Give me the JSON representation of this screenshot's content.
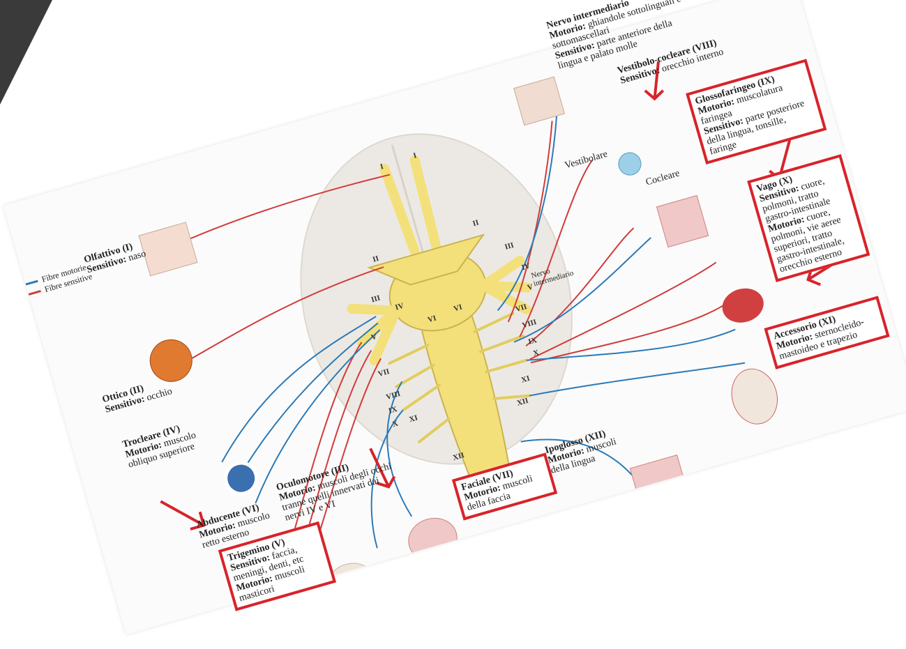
{
  "legend": {
    "motor": {
      "label": "Fibre motorie",
      "color": "#2a7ab8"
    },
    "sensory": {
      "label": "Fibre sensitive",
      "color": "#d23a3a"
    }
  },
  "nerves": {
    "olfactory": {
      "name": "Olfattivo (I)",
      "l1k": "Sensitivo:",
      "l1v": " naso"
    },
    "optic": {
      "name": "Ottico (II)",
      "l1k": "Sensitivo:",
      "l1v": " occhio"
    },
    "trochlear": {
      "name": "Trocleare (IV)",
      "l1k": "Motorio:",
      "l1v": " muscolo obliquo superiore"
    },
    "abducens": {
      "name": "Abducente (VI)",
      "l1k": "Motorio:",
      "l1v": " muscolo retto esterno"
    },
    "oculomotor": {
      "name": "Oculomotore (III)",
      "l1k": "Motorio:",
      "l1v": " muscoli degli occhi tranne quelli innervati dai nervi IV e VI"
    },
    "trigeminal": {
      "name": "Trigemino (V)",
      "l1k": "Sensitivo:",
      "l1v": " faccia, meningi, denti, etc",
      "l2k": "Motorio:",
      "l2v": " muscoli masticori"
    },
    "facial": {
      "name": "Faciale (VII)",
      "l1k": "Motorio:",
      "l1v": " muscoli della faccia"
    },
    "hypoglossal": {
      "name": "Ipoglosso (XII)",
      "l1k": "Motorio:",
      "l1v": " muscoli della lingua"
    },
    "accessory": {
      "name": "Accessorio (XI)",
      "l1k": "Motorio:",
      "l1v": " sternocleido-mastoideo e trapezio"
    },
    "vagus": {
      "name": "Vago (X)",
      "l1k": "Sensitivo:",
      "l1v": " cuore, polmoni, tratto gastro-intestinale",
      "l2k": "Motorio:",
      "l2v": " cuore, polmoni, vie aeree superiori, tratto gastro-intestinale, orecchio esterno"
    },
    "glossopharyngeal": {
      "name": "Glossofaringeo (IX)",
      "l1k": "Motorio:",
      "l1v": " muscolatura faringea",
      "l2k": "Sensitivo:",
      "l2v": " parte posteriore della lingua, tonsille, faringe"
    },
    "vestibulocochlear": {
      "name": "Vestibolo-cocleare (VIII)",
      "l1k": "Sensitivo:",
      "l1v": " orecchio interno"
    },
    "intermediate": {
      "name": "Nervo intermediario",
      "l1k": "Motorio:",
      "l1v": " ghiandole sottolinguali e sottomascellari",
      "l2k": "Sensitivo:",
      "l2v": " parte anteriore della lingua e palato molle"
    }
  },
  "branch_labels": {
    "vestibular": "Vestibolare",
    "cochlear": "Cocleare",
    "intermediate_small": "Nervo intermediario"
  },
  "roman": {
    "i": "I",
    "ii": "II",
    "iii": "III",
    "iv": "IV",
    "v": "V",
    "vi": "VI",
    "vii": "VII",
    "viii": "VIII",
    "ix": "IX",
    "x": "X",
    "xi": "XI",
    "xii": "XII"
  },
  "colors": {
    "nerve_yellow": "#f3e07a",
    "highlight_red": "#d8232a",
    "motor_blue": "#2a7ab8",
    "sensory_red": "#d23a3a"
  },
  "icons": [
    "nose-icon",
    "eye-icon",
    "eyeball-muscles-icon",
    "head-profile-icon",
    "skull-jaw-icon",
    "face-muscles-icon",
    "tongue-icon",
    "neck-muscles-icon",
    "organs-icon",
    "throat-icon",
    "inner-ear-icon",
    "mouth-section-icon"
  ]
}
